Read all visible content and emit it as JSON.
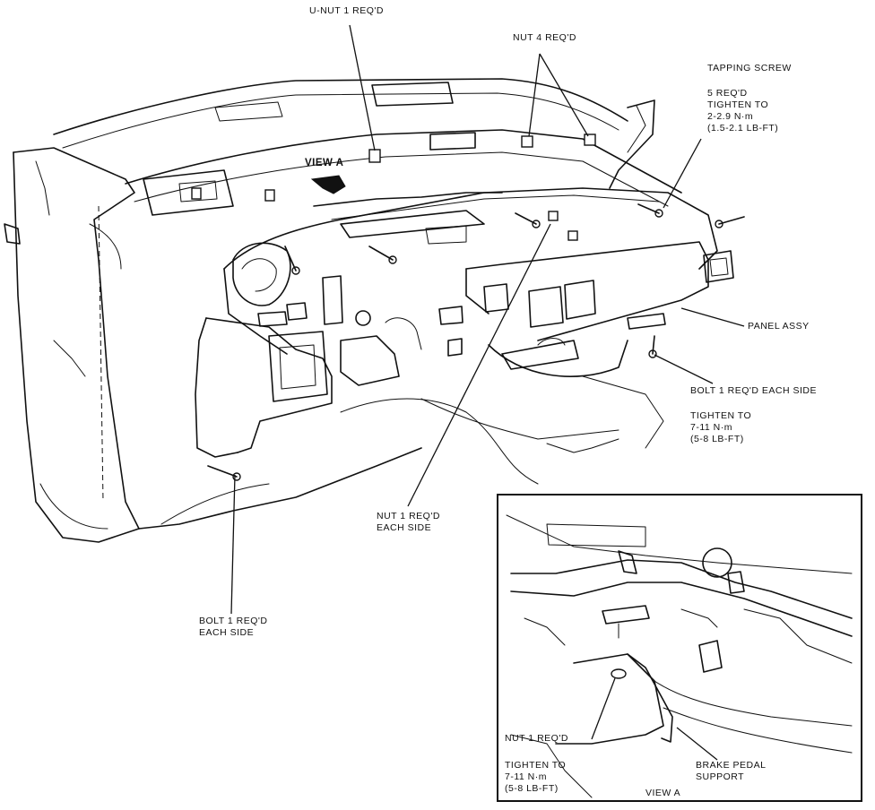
{
  "callouts": {
    "u_nut": "U-NUT 1 REQ'D",
    "nut_4": "NUT 4 REQ'D",
    "tapping_screw": "TAPPING SCREW",
    "tapping_screw_spec_1": "5 REQ'D",
    "tapping_screw_spec_2": "TIGHTEN TO",
    "tapping_screw_spec_3": "2-2.9 N·m",
    "tapping_screw_spec_4": "(1.5-2.1 LB-FT)",
    "view_a_pointer": "VIEW A",
    "panel_assy": "PANEL ASSY",
    "bolt_right_1": "BOLT 1 REQ'D EACH SIDE",
    "bolt_right_2": "TIGHTEN TO",
    "bolt_right_3": "7-11 N·m",
    "bolt_right_4": "(5-8 LB-FT)",
    "nut_each_1": "NUT 1 REQ'D",
    "nut_each_2": "EACH SIDE",
    "bolt_left_1": "BOLT 1 REQ'D",
    "bolt_left_2": "EACH SIDE"
  },
  "inset": {
    "nut_1": "NUT 1 REQ'D",
    "tighten_1": "TIGHTEN TO",
    "tighten_2": "7-11 N·m",
    "tighten_3": "(5-8 LB-FT)",
    "brake_1": "BRAKE PEDAL",
    "brake_2": "SUPPORT",
    "view_title": "VIEW A"
  }
}
